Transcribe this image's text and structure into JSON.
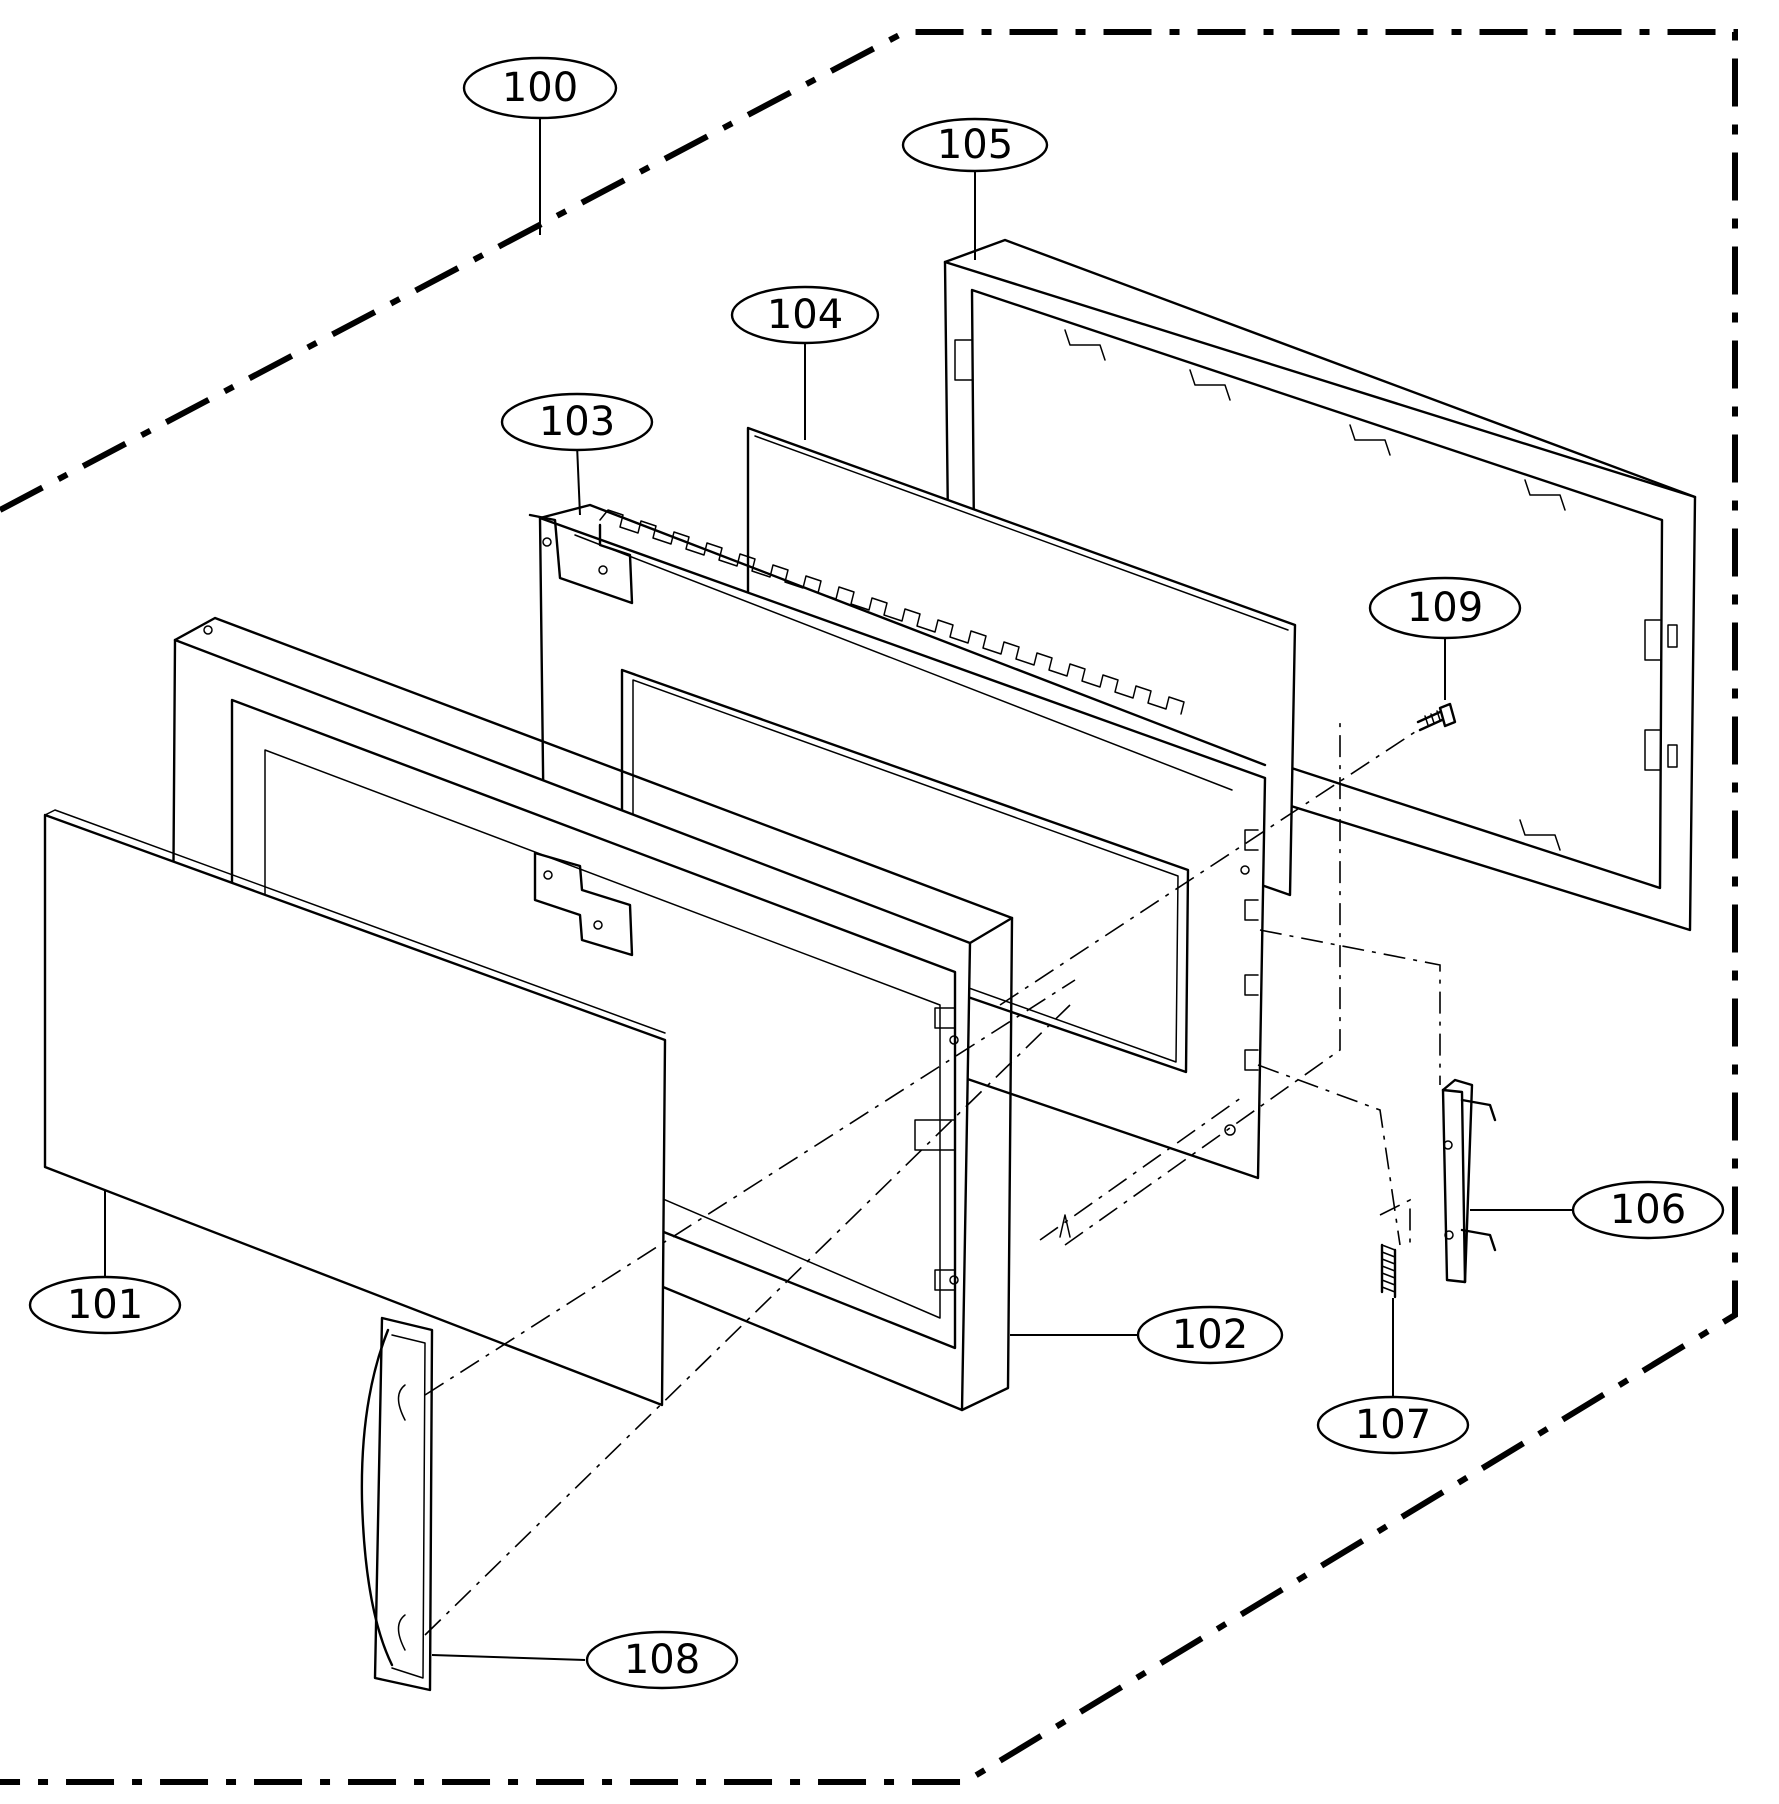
{
  "callouts": [
    {
      "id": "door-assembly",
      "label": "100"
    },
    {
      "id": "glass-panel",
      "label": "101"
    },
    {
      "id": "door-frame",
      "label": "102"
    },
    {
      "id": "door-plate",
      "label": "103"
    },
    {
      "id": "screen-panel",
      "label": "104"
    },
    {
      "id": "choke-cover",
      "label": "105"
    },
    {
      "id": "latch-hook",
      "label": "106"
    },
    {
      "id": "latch-spring",
      "label": "107"
    },
    {
      "id": "door-handle",
      "label": "108"
    },
    {
      "id": "screw",
      "label": "109"
    }
  ]
}
